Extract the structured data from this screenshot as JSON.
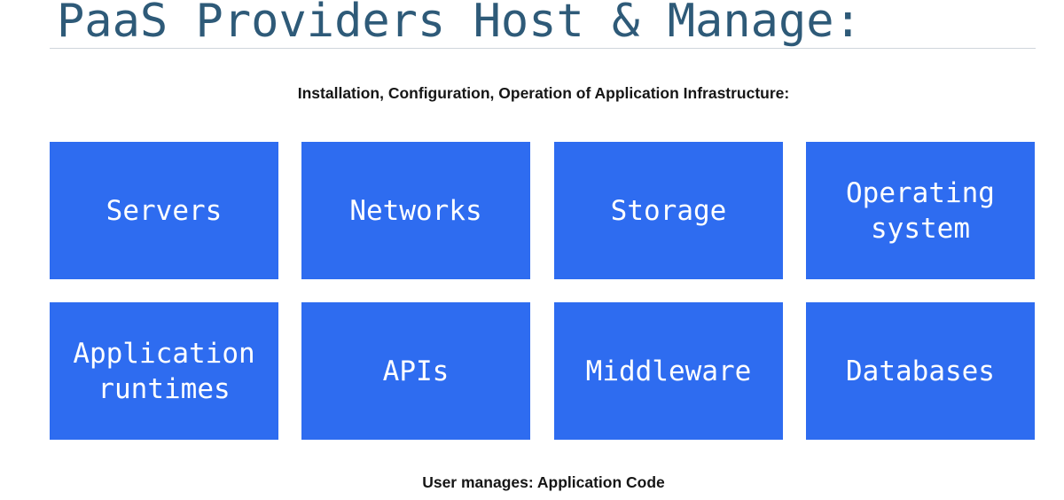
{
  "title": "PaaS Providers Host & Manage:",
  "subtitle": "Installation, Configuration, Operation of Application Infrastructure:",
  "tiles": [
    {
      "label": "Servers"
    },
    {
      "label": "Networks"
    },
    {
      "label": "Storage"
    },
    {
      "label": "Operating\nsystem"
    },
    {
      "label": "Application\nruntimes"
    },
    {
      "label": "APIs"
    },
    {
      "label": "Middleware"
    },
    {
      "label": "Databases"
    }
  ],
  "footer": "User manages: Application Code",
  "colors": {
    "tile_fill": "#2e6cf0",
    "title_text": "#2e5a78"
  }
}
